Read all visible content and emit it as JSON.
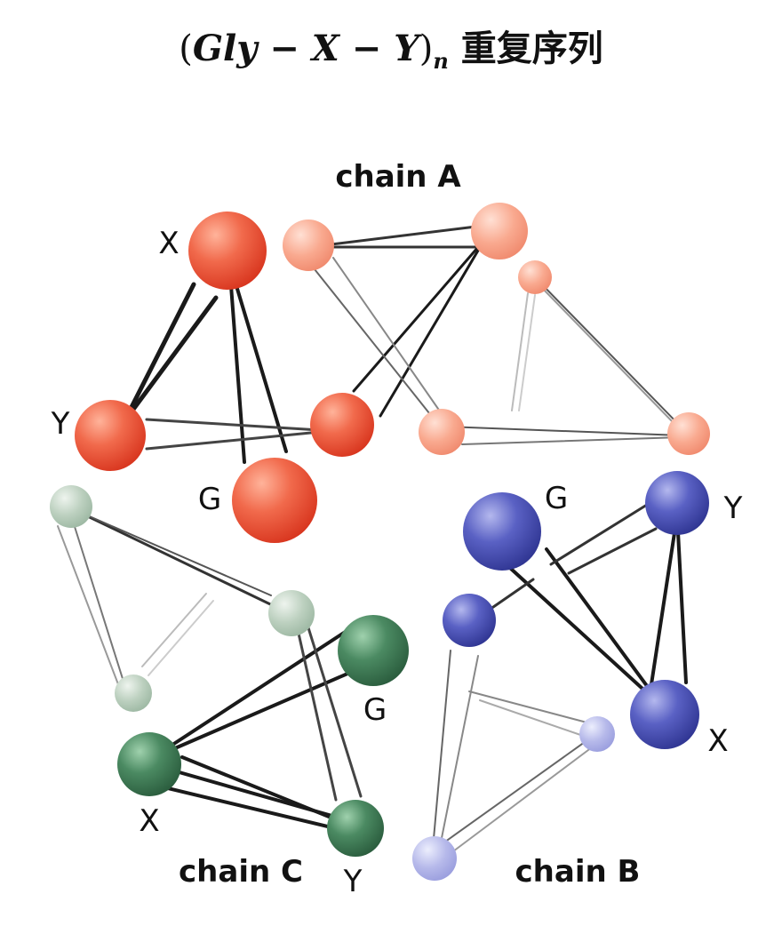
{
  "title": {
    "formula_open": "(",
    "formula_main": "Gly − X − Y",
    "formula_close": ")",
    "subscript": "n",
    "suffix": " 重复序列"
  },
  "chains": {
    "a": {
      "label": "chain A",
      "color": "#e8523a"
    },
    "b": {
      "label": "chain B",
      "color": "#4f56b8"
    },
    "c": {
      "label": "chain C",
      "color": "#3d7a55"
    }
  },
  "residue_labels": {
    "a_x": "X",
    "a_y": "Y",
    "a_g": "G",
    "b_g": "G",
    "b_y": "Y",
    "b_x": "X",
    "c_g": "G",
    "c_x": "X",
    "c_y": "Y"
  }
}
